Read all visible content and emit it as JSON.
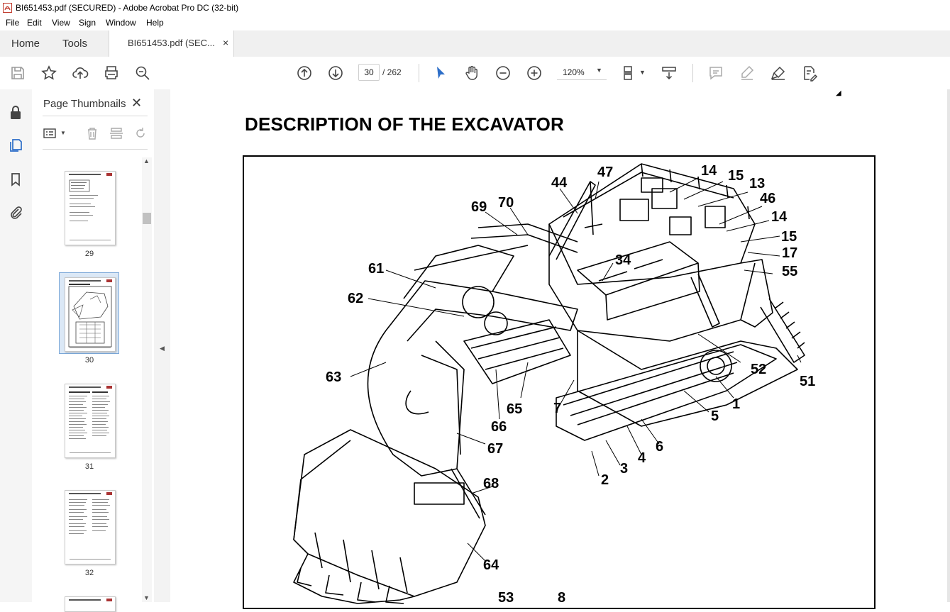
{
  "window": {
    "title": "BI651453.pdf (SECURED) - Adobe Acrobat Pro DC (32-bit)"
  },
  "menu": [
    "File",
    "Edit",
    "View",
    "Sign",
    "Window",
    "Help"
  ],
  "tabs": {
    "home": "Home",
    "tools": "Tools",
    "document": "BI651453.pdf (SEC...",
    "close": "×"
  },
  "toolbar": {
    "page_current": "30",
    "page_total": "/ 262",
    "zoom": "120%",
    "zoom_caret": "▼"
  },
  "thumbnails": {
    "title": "Page Thumbnails",
    "close": "✕",
    "pages": [
      {
        "label": "29"
      },
      {
        "label": "30",
        "selected": true
      },
      {
        "label": "31"
      },
      {
        "label": "32"
      }
    ]
  },
  "document": {
    "heading": "DESCRIPTION OF THE EXCAVATOR",
    "callouts": [
      "47",
      "44",
      "14",
      "15",
      "13",
      "69",
      "70",
      "46",
      "14",
      "15",
      "61",
      "34",
      "17",
      "55",
      "62",
      "63",
      "52",
      "51",
      "1",
      "65",
      "7",
      "5",
      "66",
      "67",
      "6",
      "4",
      "3",
      "2",
      "68",
      "64",
      "53",
      "8"
    ]
  },
  "colors": {
    "accent": "#2d6ec8",
    "tab_bg": "#f0f0f0",
    "selected_thumb": "#dbe8f6"
  }
}
